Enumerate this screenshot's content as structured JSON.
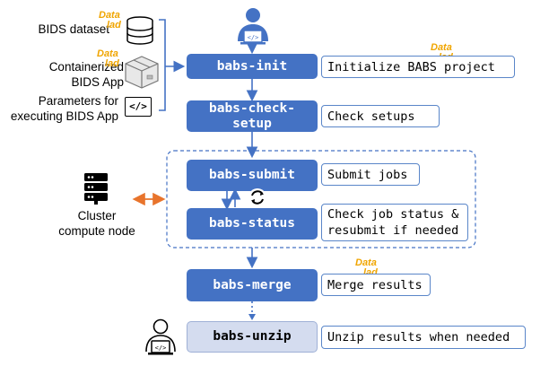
{
  "inputs": {
    "bids_dataset": "BIDS dataset",
    "containerized_app": "Containerized\nBIDS App",
    "parameters": "Parameters for\nexecuting BIDS App",
    "code_symbol": "</>"
  },
  "datalad": {
    "top": "Data",
    "bottom": "lad"
  },
  "steps": {
    "init": "babs-init",
    "check_setup": "babs-check-\nsetup",
    "submit": "babs-submit",
    "status": "babs-status",
    "merge": "babs-merge",
    "unzip": "babs-unzip"
  },
  "descriptions": {
    "init": "Initialize BABS project",
    "check_setup": "Check setups",
    "submit": "Submit jobs",
    "status": "Check job status &\nresubmit if needed",
    "merge": "Merge results",
    "unzip": "Unzip results when needed"
  },
  "cluster": {
    "label": "Cluster\ncompute node"
  },
  "colors": {
    "step_blue": "#4472c4",
    "step_light": "#d4dcef",
    "accent_orange": "#e8742c",
    "datalad_orange": "#f0a500",
    "arrow_blue": "#4472c4"
  },
  "icons": [
    "user-laptop-icon",
    "database-icon",
    "box-icon",
    "code-icon",
    "server-icon",
    "refresh-icon"
  ]
}
